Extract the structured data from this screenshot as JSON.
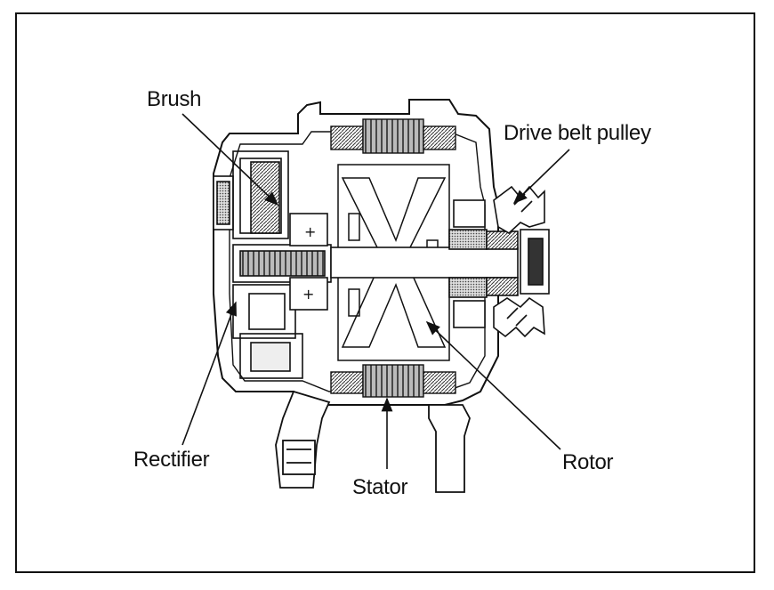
{
  "labels": {
    "brush": "Brush",
    "drive_belt_pulley": "Drive belt pulley",
    "rectifier": "Rectifier",
    "stator": "Stator",
    "rotor": "Rotor"
  },
  "colors": {
    "line": "#111111",
    "background": "#ffffff",
    "hatch": "#555555"
  }
}
